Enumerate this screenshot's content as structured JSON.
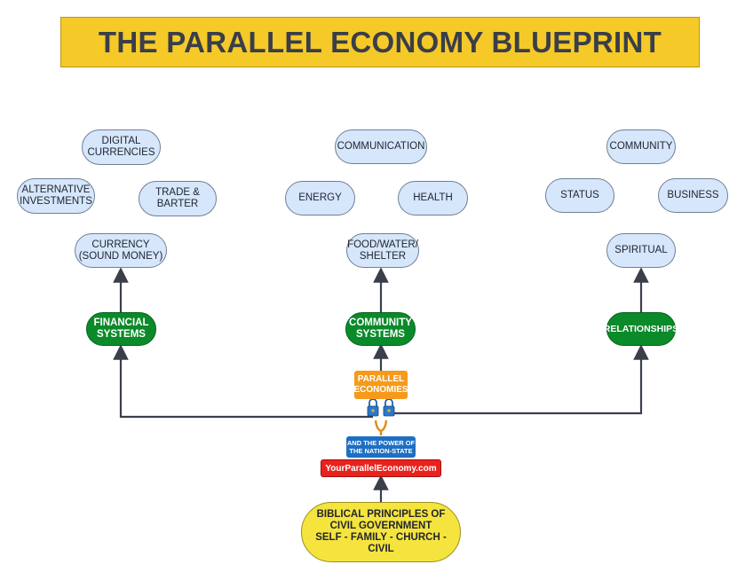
{
  "title": "THE PARALLEL ECONOMY BLUEPRINT",
  "columns": {
    "financial": {
      "pillar": "FINANCIAL\nSYSTEMS",
      "base": "CURRENCY\n(SOUND MONEY)",
      "items": [
        "DIGITAL\nCURRENCIES",
        "ALTERNATIVE\nINVESTMENTS",
        "TRADE &\nBARTER"
      ]
    },
    "community": {
      "pillar": "COMMUNITY\nSYSTEMS",
      "base": "FOOD/WATER/\nSHELTER",
      "items": [
        "COMMUNICATION",
        "ENERGY",
        "HEALTH"
      ]
    },
    "relationships": {
      "pillar": "RELATIONSHIPS",
      "base": "SPIRITUAL",
      "items": [
        "COMMUNITY",
        "STATUS",
        "BUSINESS"
      ]
    }
  },
  "tags": {
    "parallel": "PARALLEL\nECONOMIES",
    "power": "AND THE POWER OF\nTHE NATION-STATE",
    "website": "YourParallelEconomy.com"
  },
  "foundation": "BIBLICAL PRINCIPLES OF\nCIVIL GOVERNMENT\nSELF - FAMILY - CHURCH - CIVIL",
  "colors": {
    "title_bg": "#f5c928",
    "node_blue": "#d6e6fb",
    "pillar_green": "#0b8a2a",
    "foundation_yellow": "#f5e43d",
    "tag_orange": "#f59a1c",
    "tag_blue": "#1e6fc2",
    "tag_red": "#e8231e",
    "connector": "#3a3f4a"
  },
  "icons": [
    "padlock-icon",
    "padlock-icon",
    "fork-connector-icon"
  ]
}
